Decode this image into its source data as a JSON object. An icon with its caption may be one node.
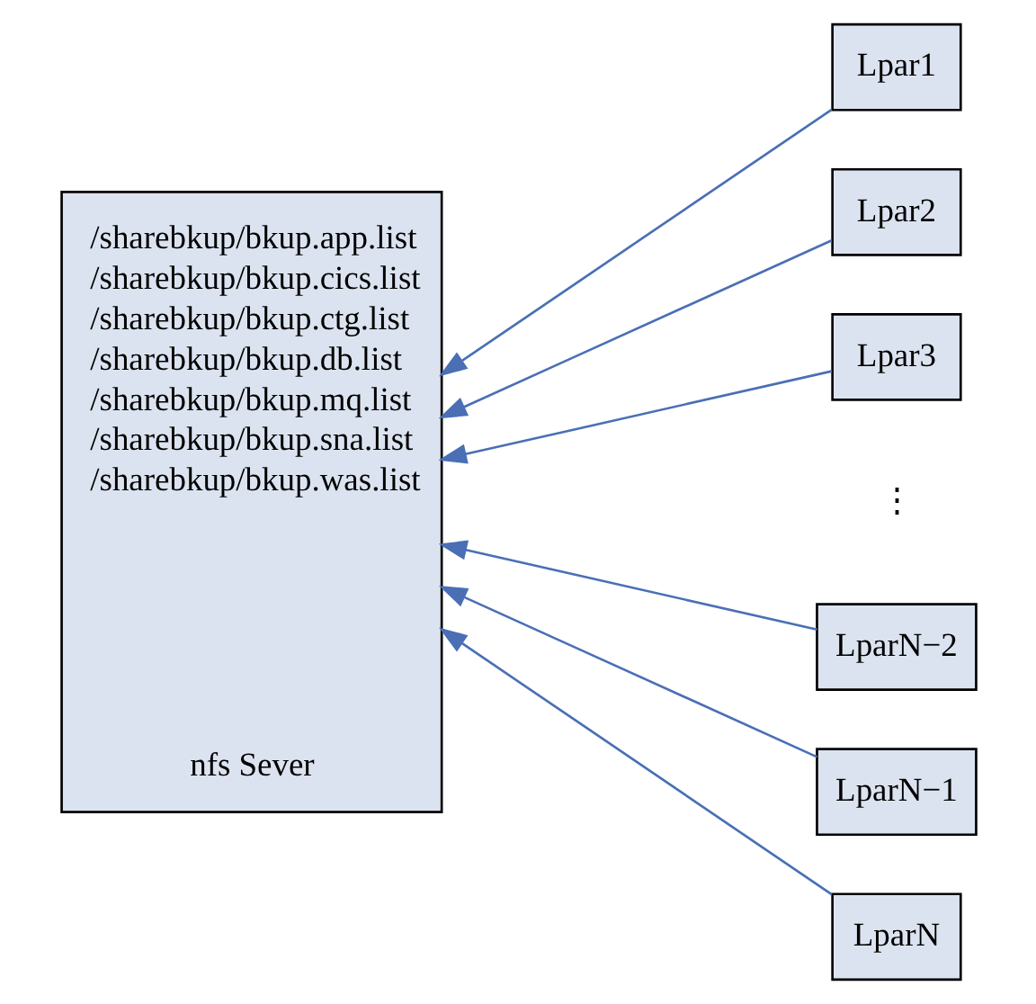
{
  "diagram": {
    "nodes": [
      {
        "text": [
          "/sharebkup/bkup.app.list",
          "/sharebkup/bkup.cics.list",
          "/sharebkup/bkup.ctg.list",
          "/sharebkup/bkup.db.list",
          "/sharebkup/bkup.mq.list",
          "/sharebkup/bkup.sna.list",
          "/sharebkup/bkup.was.list",
          "nfs Sever"
        ]
      },
      {
        "text": [
          "Lpar1"
        ]
      },
      {
        "text": [
          "Lpar2"
        ]
      },
      {
        "text": [
          "Lpar3"
        ]
      },
      {
        "text": [
          "LparN−2"
        ]
      },
      {
        "text": [
          "LparN−1"
        ]
      },
      {
        "text": [
          "LparN"
        ]
      }
    ],
    "edges": [
      {
        "from": 1,
        "to": 0,
        "arrow": "to"
      },
      {
        "from": 2,
        "to": 0,
        "arrow": "to"
      },
      {
        "from": 3,
        "to": 0,
        "arrow": "to"
      },
      {
        "from": 4,
        "to": 0,
        "arrow": "to"
      },
      {
        "from": 5,
        "to": 0,
        "arrow": "to"
      },
      {
        "from": 6,
        "to": 0,
        "arrow": "to"
      }
    ],
    "labels": [
      "⋮"
    ]
  }
}
